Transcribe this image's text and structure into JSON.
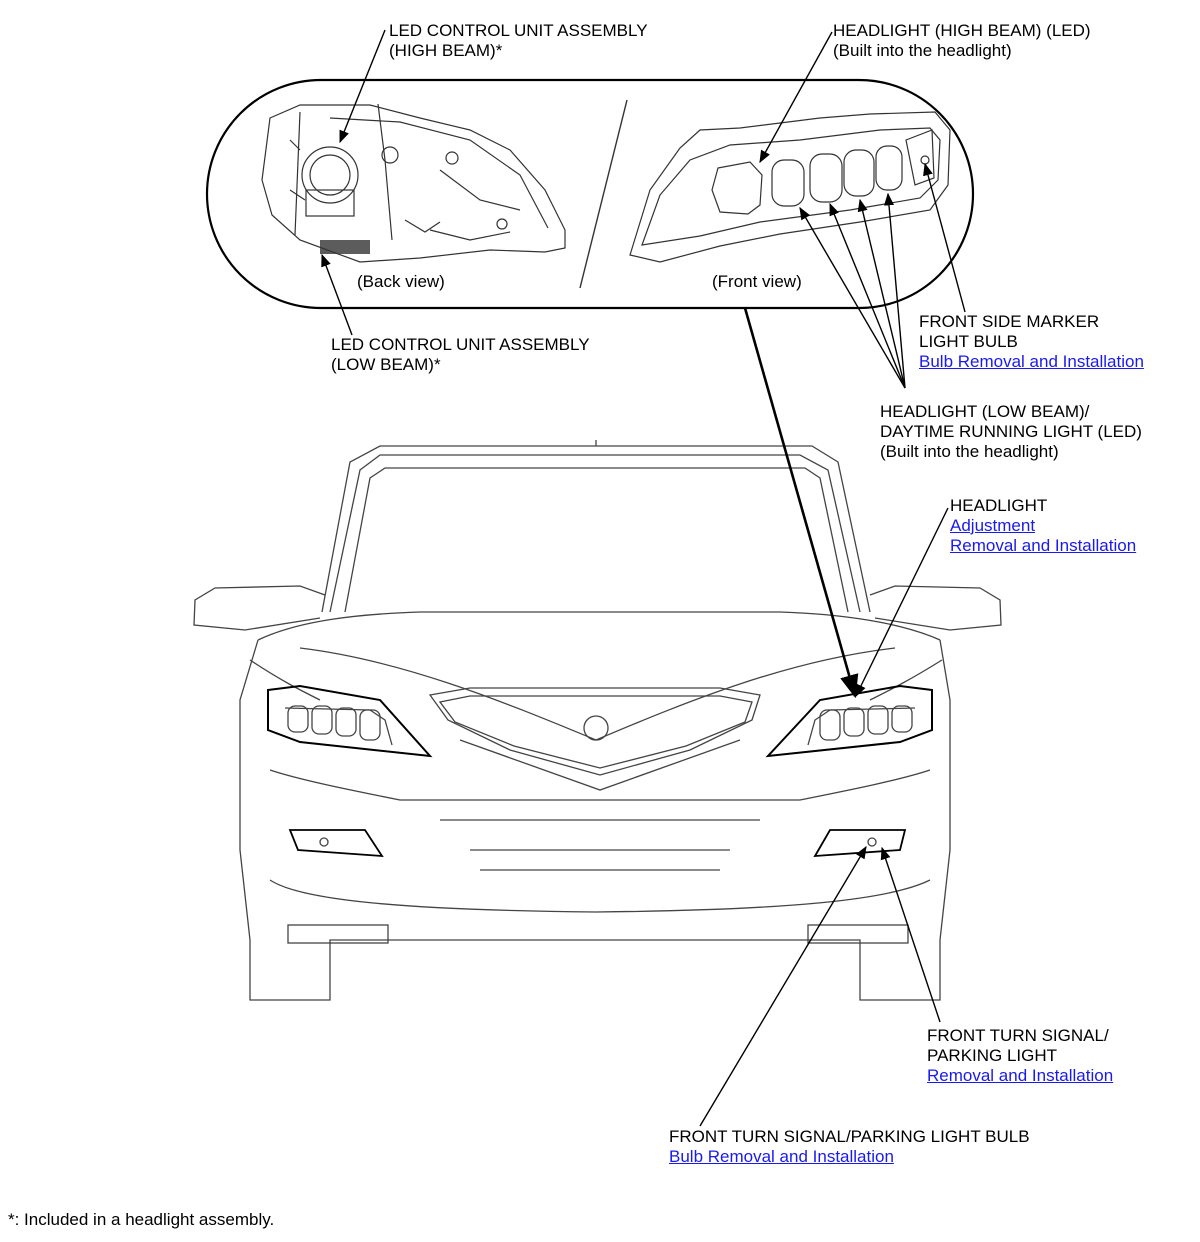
{
  "views": {
    "back": "(Back view)",
    "front": "(Front view)"
  },
  "labels": {
    "led_high": {
      "line1": "LED CONTROL UNIT ASSEMBLY",
      "line2": "(HIGH BEAM)*"
    },
    "high_beam": {
      "line1": "HEADLIGHT (HIGH BEAM) (LED)",
      "line2": "(Built into the headlight)"
    },
    "led_low": {
      "line1": "LED CONTROL UNIT ASSEMBLY",
      "line2": "(LOW BEAM)*"
    },
    "side_marker": {
      "line1": "FRONT SIDE MARKER",
      "line2": "LIGHT BULB",
      "link": "Bulb Removal and Installation"
    },
    "low_beam_drl": {
      "line1": "HEADLIGHT (LOW BEAM)/",
      "line2": "DAYTIME RUNNING LIGHT (LED)",
      "line3": "(Built into the headlight)"
    },
    "headlight": {
      "line1": "HEADLIGHT",
      "link1": "Adjustment",
      "link2": "Removal and Installation"
    },
    "turn_signal": {
      "line1": "FRONT TURN SIGNAL/",
      "line2": "PARKING LIGHT",
      "link": "Removal and Installation"
    },
    "turn_bulb": {
      "line1": "FRONT TURN SIGNAL/PARKING LIGHT BULB",
      "link": "Bulb Removal and Installation"
    }
  },
  "footnote": "*: Included in a headlight assembly.",
  "colors": {
    "link": "#1a1aee",
    "line": "#000000",
    "drawing": "#333333"
  }
}
